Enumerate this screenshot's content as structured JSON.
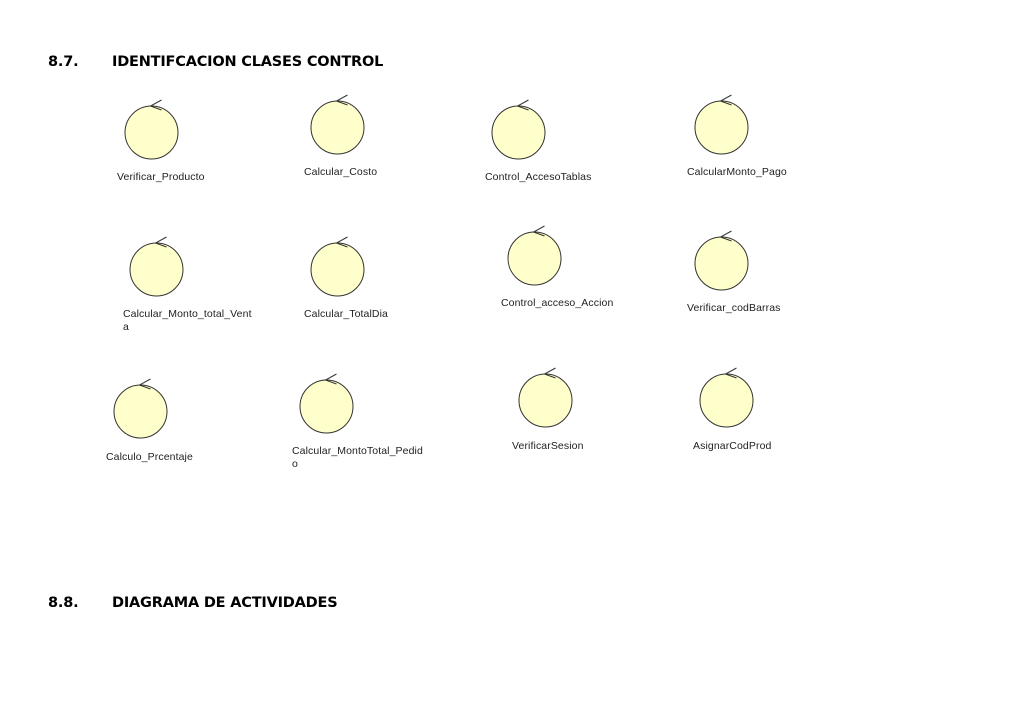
{
  "sections": [
    {
      "number": "8.7.",
      "title": "IDENTIFCACION CLASES CONTROL"
    },
    {
      "number": "8.8.",
      "title": "DIAGRAMA DE ACTIVIDADES"
    }
  ],
  "diagram": {
    "symbol": "uml-control-class-icon",
    "fill_color": "#FFFFCC",
    "stroke_color": "#333333",
    "control_classes": [
      {
        "label": "Verificar_Producto"
      },
      {
        "label": "Calcular_Costo"
      },
      {
        "label": "Control_AccesoTablas"
      },
      {
        "label": "CalcularMonto_Pago"
      },
      {
        "label": "Calcular_Monto_total_Venta"
      },
      {
        "label": "Calcular_TotalDia"
      },
      {
        "label": "Control_acceso_Accion"
      },
      {
        "label": "Verificar_codBarras"
      },
      {
        "label": "Calculo_Prcentaje"
      },
      {
        "label": "Calcular_MontoTotal_Pedido"
      },
      {
        "label": "VerificarSesion"
      },
      {
        "label": "AsignarCodProd"
      }
    ]
  }
}
